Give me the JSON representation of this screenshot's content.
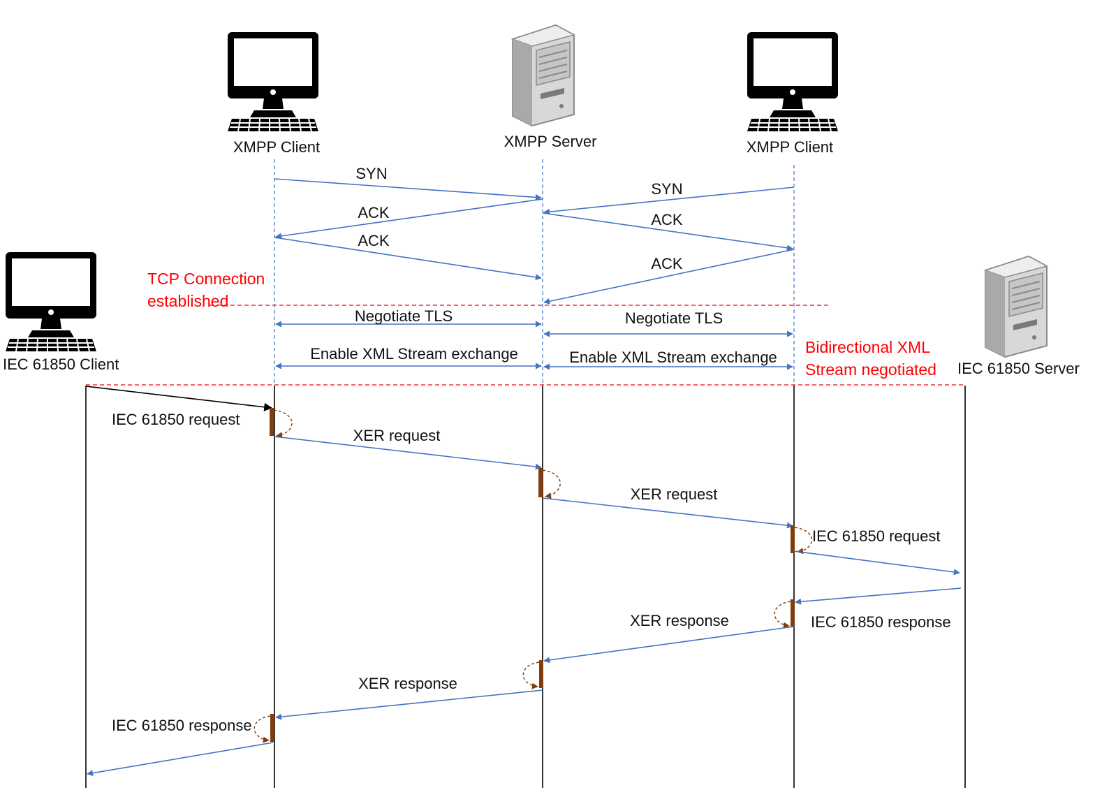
{
  "actors": {
    "xmpp_client_a": "XMPP Client",
    "xmpp_server": "XMPP Server",
    "xmpp_client_b": "XMPP Client",
    "iec_client": "IEC 61850 Client",
    "iec_server": "IEC 61850 Server"
  },
  "notes": {
    "tcp_line1": "TCP Connection",
    "tcp_line2": "established",
    "bidir_line1": "Bidirectional XML",
    "bidir_line2": "Stream negotiated"
  },
  "messages": {
    "syn_left": "SYN",
    "ack_left_1": "ACK",
    "ack_left_2": "ACK",
    "syn_right": "SYN",
    "ack_right_1": "ACK",
    "ack_right_2": "ACK",
    "tls_left": "Negotiate TLS",
    "tls_right": "Negotiate TLS",
    "xml_left": "Enable XML Stream exchange",
    "xml_right": "Enable XML Stream exchange",
    "iec_request_1": "IEC 61850 request",
    "xer_request_1": "XER request",
    "xer_request_2": "XER request",
    "iec_request_2": "IEC 61850 request",
    "iec_response_1": "IEC 61850 response",
    "xer_response_1": "XER response",
    "xer_response_2": "XER response",
    "iec_response_2": "IEC 61850 response"
  },
  "colors": {
    "message": "#4472C4",
    "note": "#FF0000",
    "processing": "#843C0C",
    "lifeline": "#000000"
  }
}
